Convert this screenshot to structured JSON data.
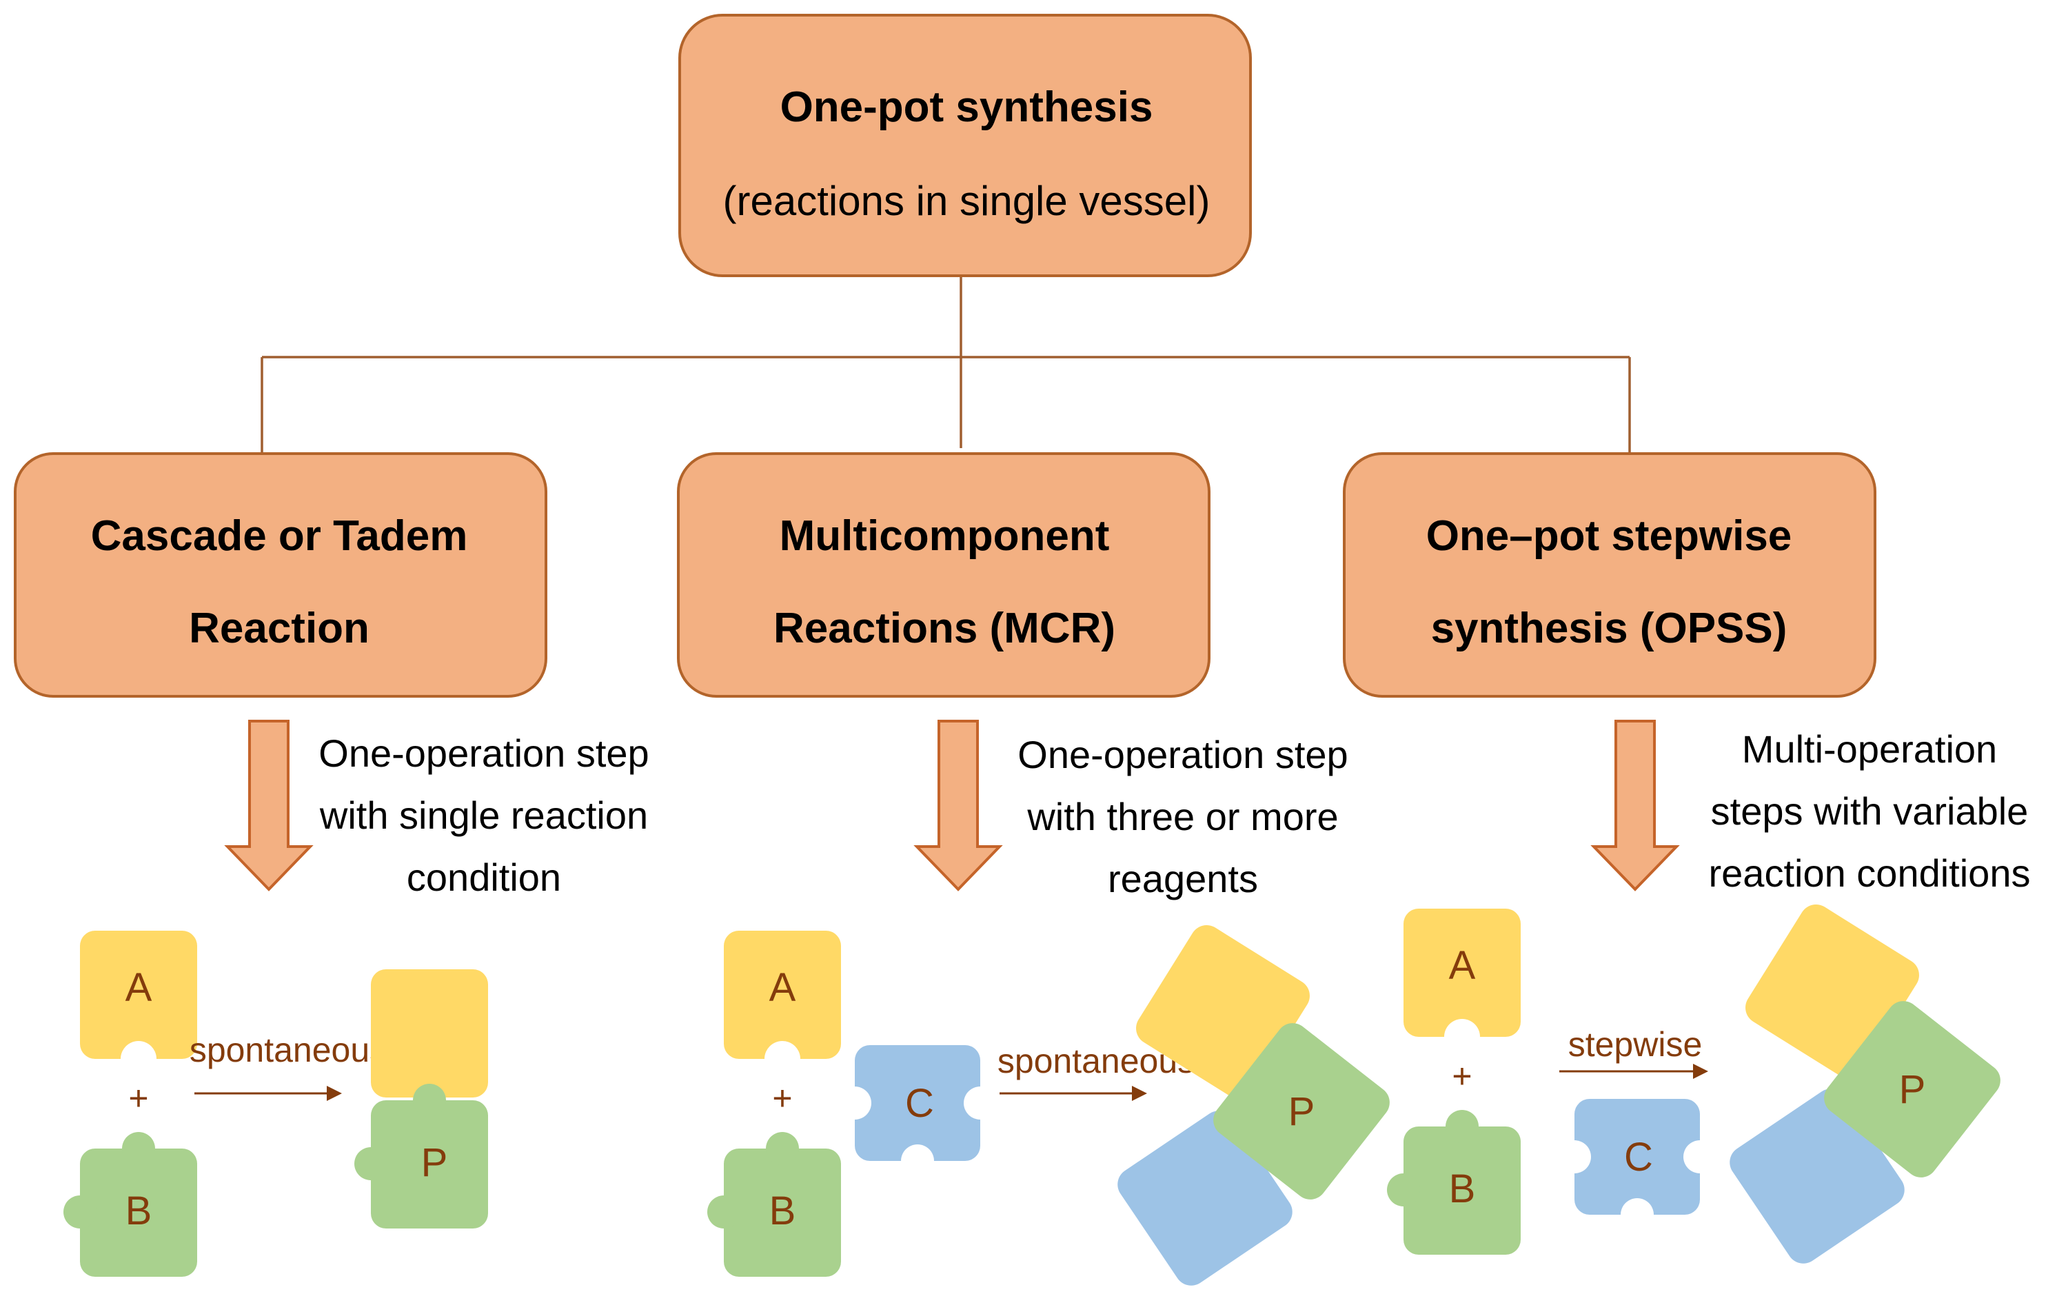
{
  "root": {
    "title": "One-pot synthesis",
    "subtitle": "(reactions in single vessel)"
  },
  "categories": [
    {
      "title_line1": "Cascade or Tadem",
      "title_line2": "Reaction",
      "desc": [
        "One-operation step",
        "with single reaction",
        "condition"
      ],
      "reaction_label": "spontaneous",
      "pieces": [
        "A",
        "+",
        "B"
      ],
      "product": "P"
    },
    {
      "title_line1": "Multicomponent",
      "title_line2": "Reactions (MCR)",
      "desc": [
        "One-operation step",
        "with three or more",
        "reagents"
      ],
      "reaction_label": "spontaneous",
      "pieces": [
        "A",
        "+",
        "B",
        "C"
      ],
      "product": "P"
    },
    {
      "title_line1": "One–pot stepwise",
      "title_line2": "synthesis (OPSS)",
      "desc": [
        "Multi-operation",
        "steps with variable",
        "reaction conditions"
      ],
      "reaction_label": "stepwise",
      "pieces": [
        "A",
        "+",
        "B",
        "C"
      ],
      "product": "P"
    }
  ],
  "colors": {
    "box_fill": "#f3b082",
    "box_stroke": "#b3642a",
    "puzzle_yellow": "#ffd966",
    "puzzle_green": "#a9d18e",
    "puzzle_blue": "#9dc3e6",
    "label_brown": "#843c0c"
  }
}
